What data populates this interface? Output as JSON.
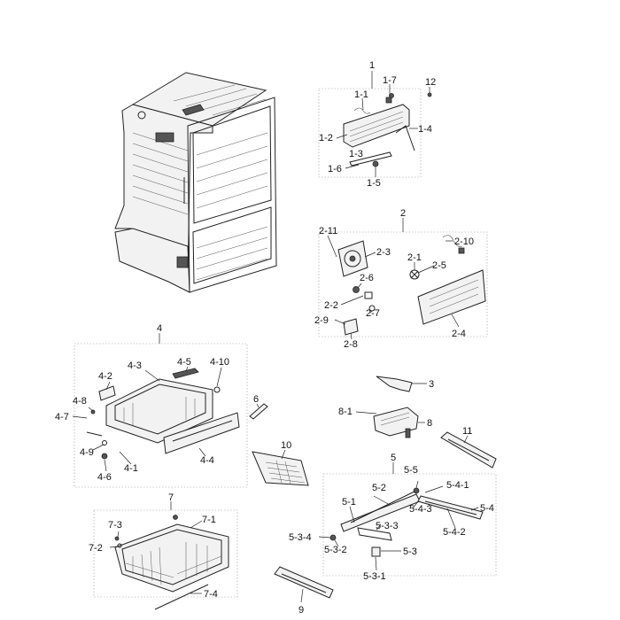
{
  "labels": {
    "p1": "1",
    "p1_1": "1-1",
    "p1_2": "1-2",
    "p1_3": "1-3",
    "p1_4": "1-4",
    "p1_5": "1-5",
    "p1_6": "1-6",
    "p1_7": "1-7",
    "p12": "12",
    "p2": "2",
    "p2_1": "2-1",
    "p2_2": "2-2",
    "p2_3": "2-3",
    "p2_4": "2-4",
    "p2_5": "2-5",
    "p2_6": "2-6",
    "p2_7": "2-7",
    "p2_8": "2-8",
    "p2_9": "2-9",
    "p2_10": "2-10",
    "p2_11": "2-11",
    "p3": "3",
    "p4": "4",
    "p4_1": "4-1",
    "p4_2": "4-2",
    "p4_3": "4-3",
    "p4_4": "4-4",
    "p4_5": "4-5",
    "p4_6": "4-6",
    "p4_7": "4-7",
    "p4_8": "4-8",
    "p4_9": "4-9",
    "p4_10": "4-10",
    "p5": "5",
    "p5_1": "5-1",
    "p5_2": "5-2",
    "p5_3": "5-3",
    "p5_3_1": "5-3-1",
    "p5_3_2": "5-3-2",
    "p5_3_3": "5-3-3",
    "p5_3_4": "5-3-4",
    "p5_4": "5-4",
    "p5_4_1": "5-4-1",
    "p5_4_2": "5-4-2",
    "p5_4_3": "5-4-3",
    "p5_5": "5-5",
    "p6": "6",
    "p7": "7",
    "p7_1": "7-1",
    "p7_2": "7-2",
    "p7_3": "7-3",
    "p7_4": "7-4",
    "p8": "8",
    "p8_1": "8-1",
    "p9": "9",
    "p10": "10",
    "p11": "11"
  }
}
